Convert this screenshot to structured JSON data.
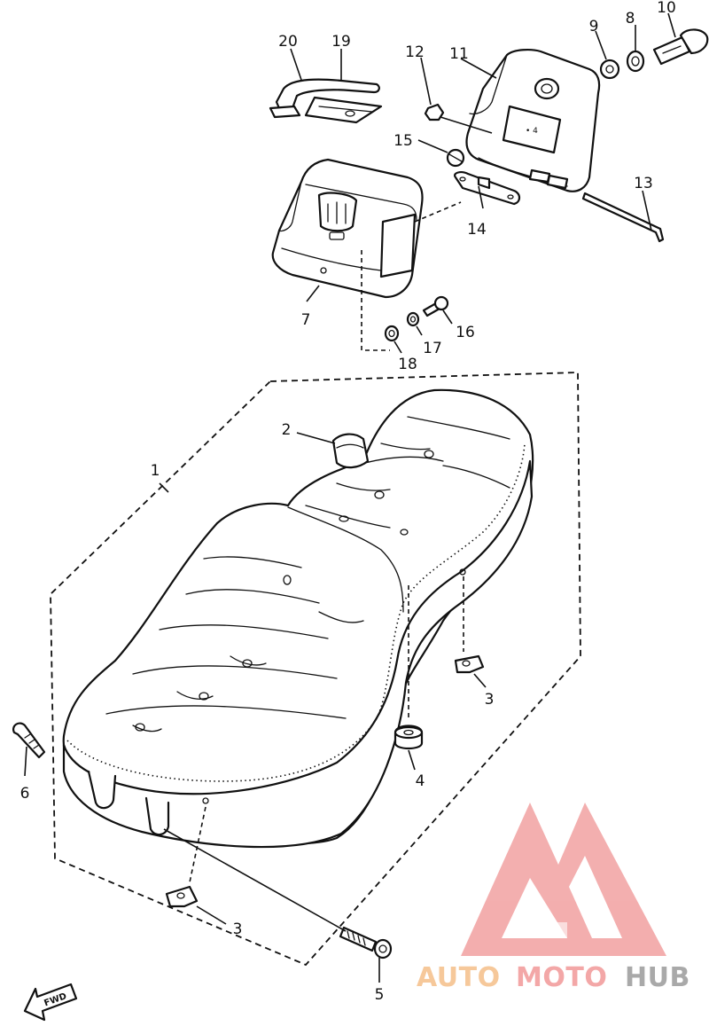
{
  "diagram": {
    "callouts": [
      {
        "id": "p1",
        "label": "1"
      },
      {
        "id": "p2",
        "label": "2"
      },
      {
        "id": "p3a",
        "label": "3"
      },
      {
        "id": "p3b",
        "label": "3"
      },
      {
        "id": "p4",
        "label": "4"
      },
      {
        "id": "p5",
        "label": "5"
      },
      {
        "id": "p6",
        "label": "6"
      },
      {
        "id": "p7",
        "label": "7"
      },
      {
        "id": "p8",
        "label": "8"
      },
      {
        "id": "p9",
        "label": "9"
      },
      {
        "id": "p10",
        "label": "10"
      },
      {
        "id": "p11",
        "label": "11"
      },
      {
        "id": "p12",
        "label": "12"
      },
      {
        "id": "p13",
        "label": "13"
      },
      {
        "id": "p14",
        "label": "14"
      },
      {
        "id": "p15",
        "label": "15"
      },
      {
        "id": "p16",
        "label": "16"
      },
      {
        "id": "p17",
        "label": "17"
      },
      {
        "id": "p18",
        "label": "18"
      },
      {
        "id": "p19",
        "label": "19"
      },
      {
        "id": "p20",
        "label": "20"
      }
    ],
    "direction_marker": "FWD"
  },
  "watermark": {
    "text_part1": "AUTO",
    "text_part2": "MOTO",
    "text_part3": "HUB",
    "colors": {
      "auto": "#f6c89a",
      "moto": "#f3a7a7",
      "hub": "#a9a9a9",
      "logo": "#f2a6a6"
    }
  }
}
